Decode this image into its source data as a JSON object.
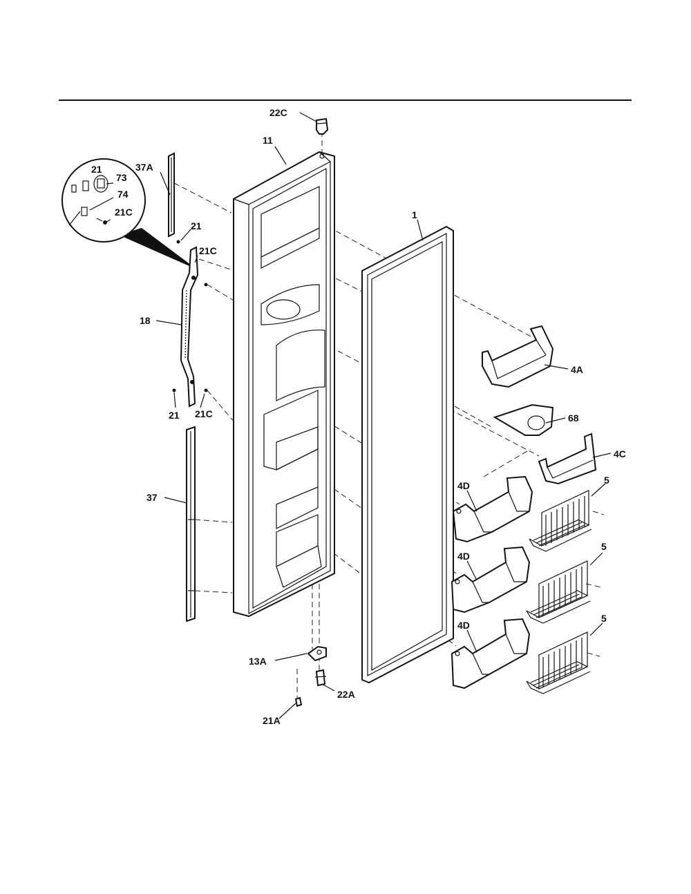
{
  "colors": {
    "ink": "#111111",
    "paper": "#ffffff"
  },
  "callouts": {
    "c22C": "22C",
    "c11": "11",
    "c37A": "37A",
    "c21_detail": "21",
    "c73": "73",
    "c74": "74",
    "c21C_detail": "21C",
    "c21_top": "21",
    "c21C_top": "21C",
    "c18": "18",
    "c21_bottom": "21",
    "c21C_bottom": "21C",
    "c37": "37",
    "c1": "1",
    "c4A": "4A",
    "c68": "68",
    "c4C": "4C",
    "c4D_1": "4D",
    "c4D_2": "4D",
    "c4D_3": "4D",
    "c5_1": "5",
    "c5_2": "5",
    "c5_3": "5",
    "c13A": "13A",
    "c22A": "22A",
    "c21A": "21A"
  }
}
